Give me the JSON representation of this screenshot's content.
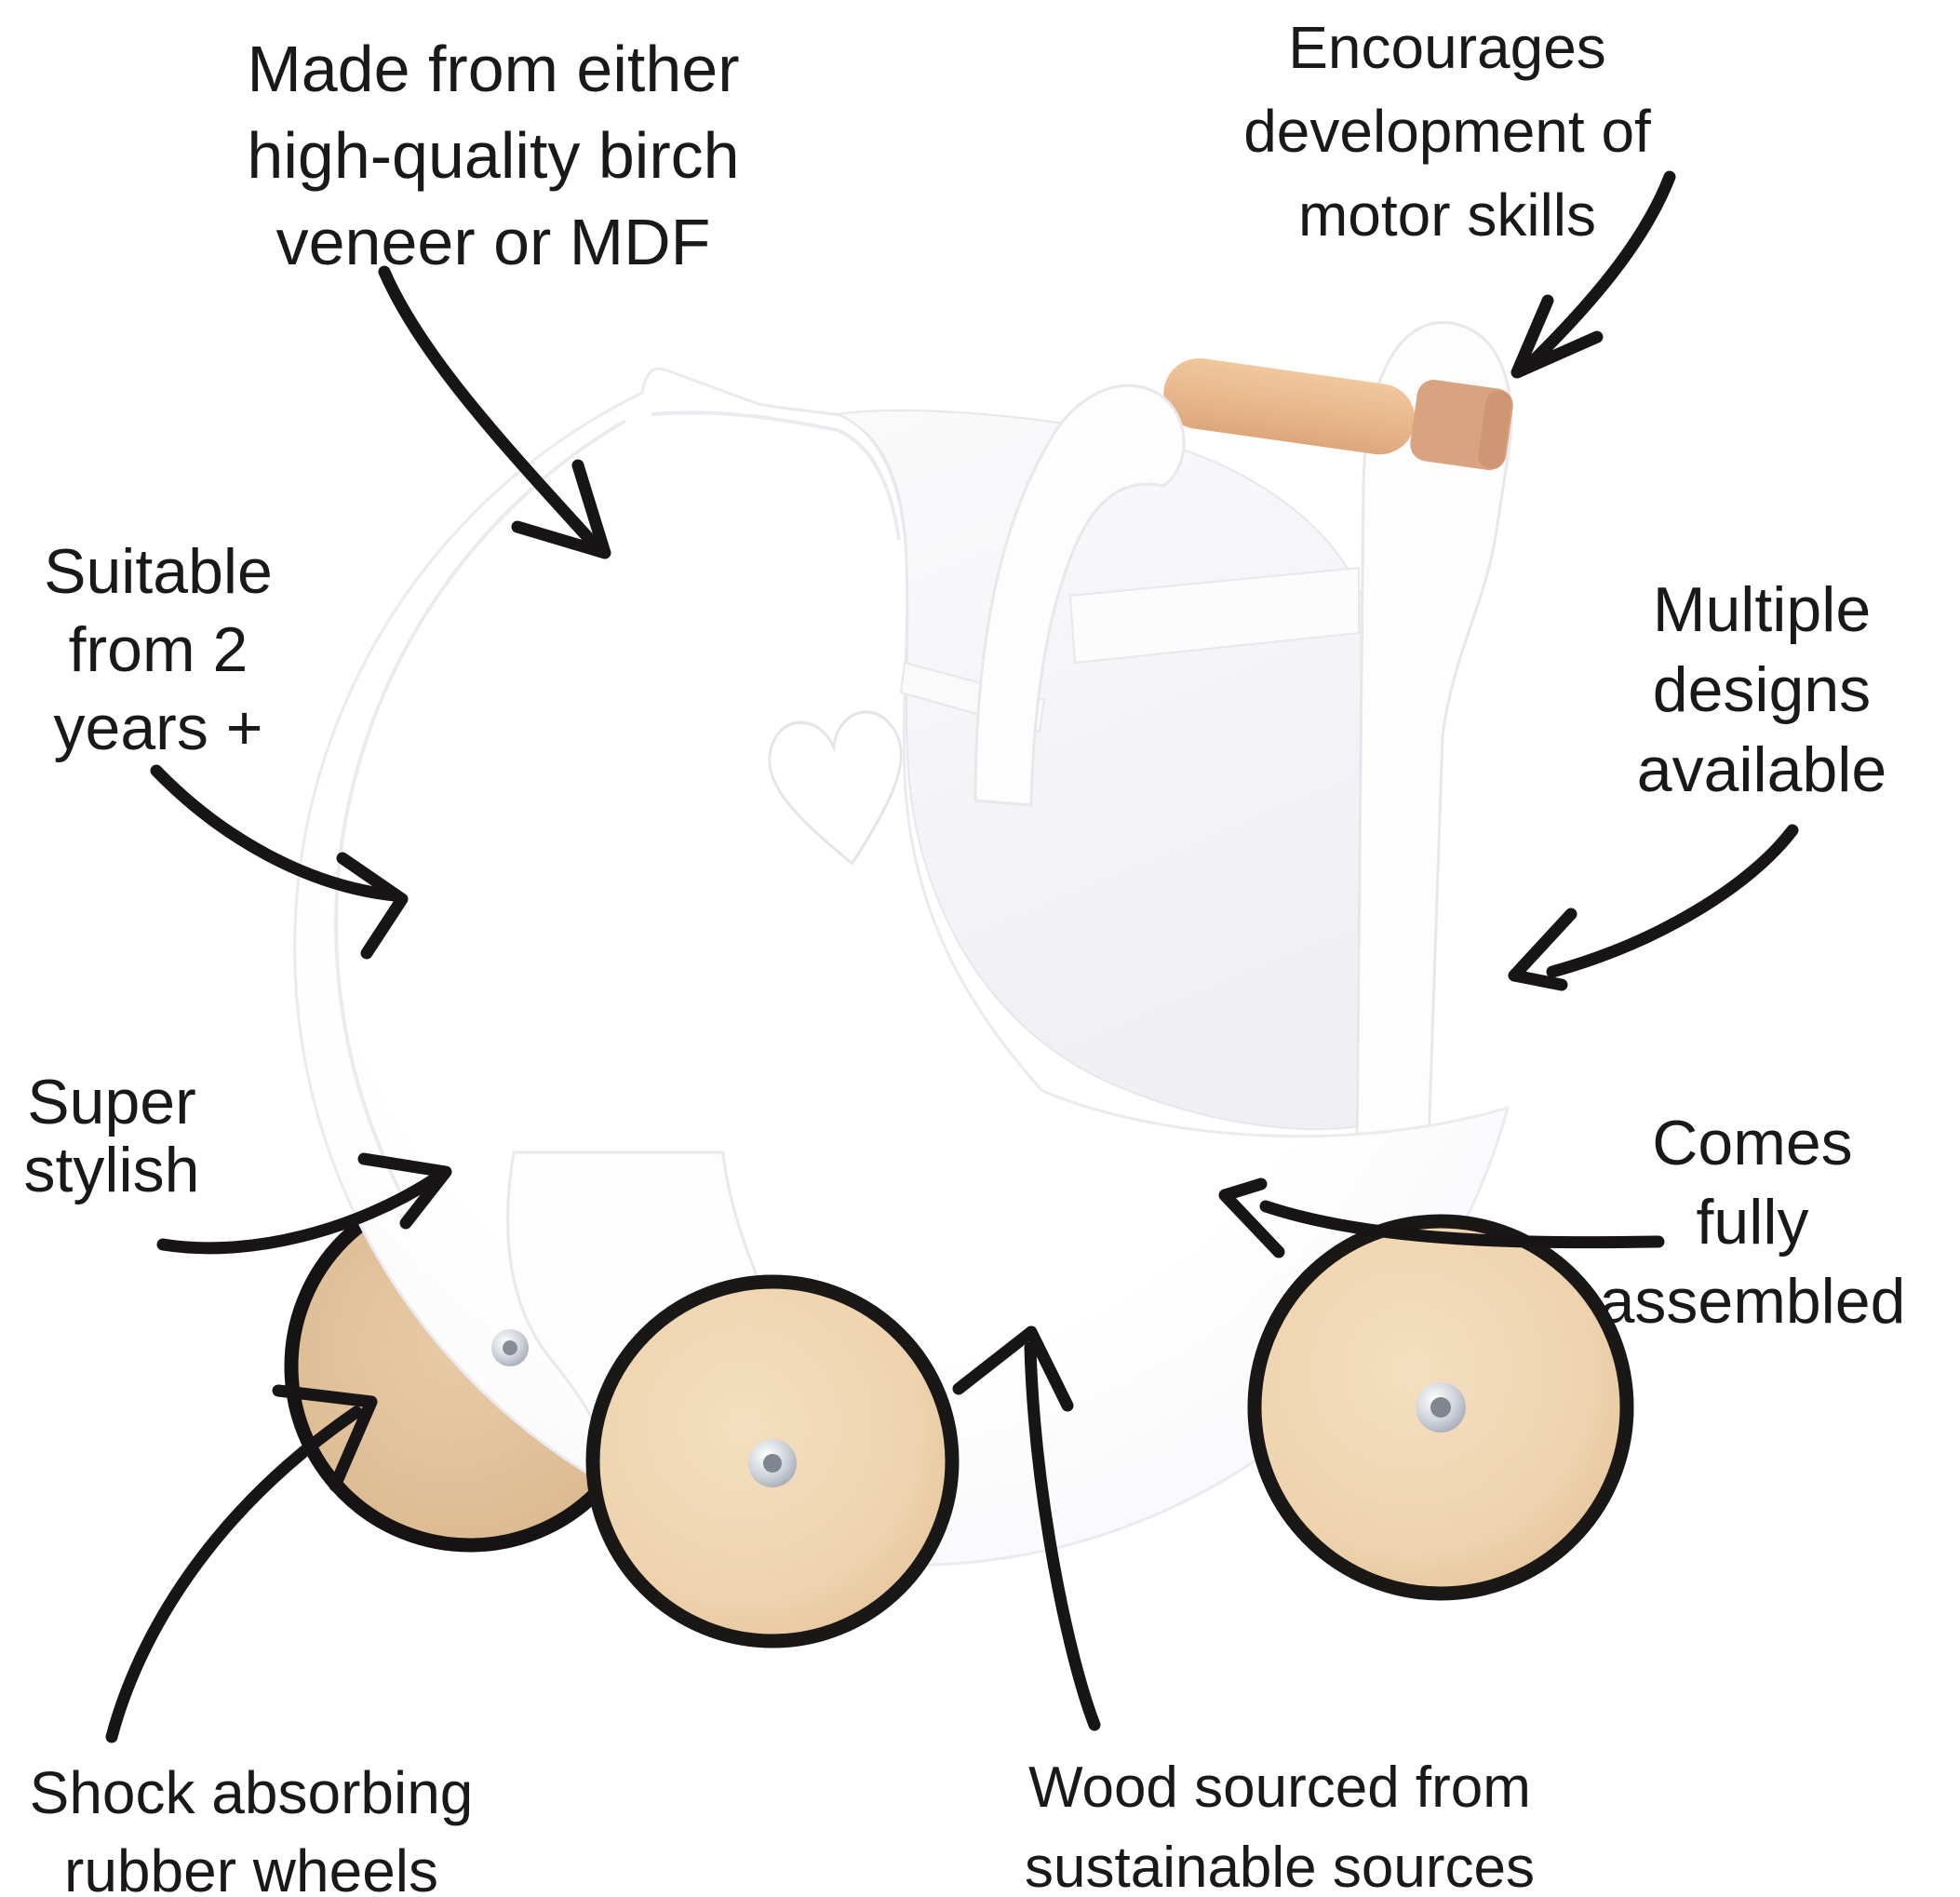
{
  "figure": {
    "subject": "white wooden toy doll pram with natural wood wheels and handle",
    "style": "product infographic with hand-drawn annotation arrows"
  },
  "annotations": {
    "made": {
      "lines": [
        "Made from either",
        "high-quality birch",
        "veneer or MDF"
      ]
    },
    "encourages": {
      "lines": [
        "Encourages",
        "development of",
        "motor skills"
      ]
    },
    "suitable": {
      "lines": [
        "Suitable",
        "from 2",
        "years +"
      ]
    },
    "super": {
      "lines": [
        "Super",
        "stylish"
      ]
    },
    "multiple": {
      "lines": [
        "Multiple",
        "designs",
        "available"
      ]
    },
    "comes": {
      "lines": [
        "Comes",
        "fully",
        "assembled"
      ]
    },
    "shock": {
      "lines": [
        "Shock absorbing",
        "rubber wheels"
      ]
    },
    "wood": {
      "lines": [
        "Wood sourced from",
        "sustainable sources"
      ]
    }
  },
  "icons": {
    "arrow": "hand-drawn curved arrow with open V head"
  },
  "colors": {
    "background": "#ffffff",
    "text": "#1a1818",
    "arrow": "#171515",
    "pram_body": "#fdfdfe",
    "body_edge": "#e9e8ec",
    "interior_shadow": "#f2f1f5",
    "wheel_wood_light": "#f2dcbc",
    "wheel_wood_dark": "#d3ab82",
    "wheel_rim_rubber": "#1a1717",
    "handle_dowel": "#eab98f",
    "handle_end_cap": "#d9a381",
    "hub_silver": "#c9ced6"
  }
}
